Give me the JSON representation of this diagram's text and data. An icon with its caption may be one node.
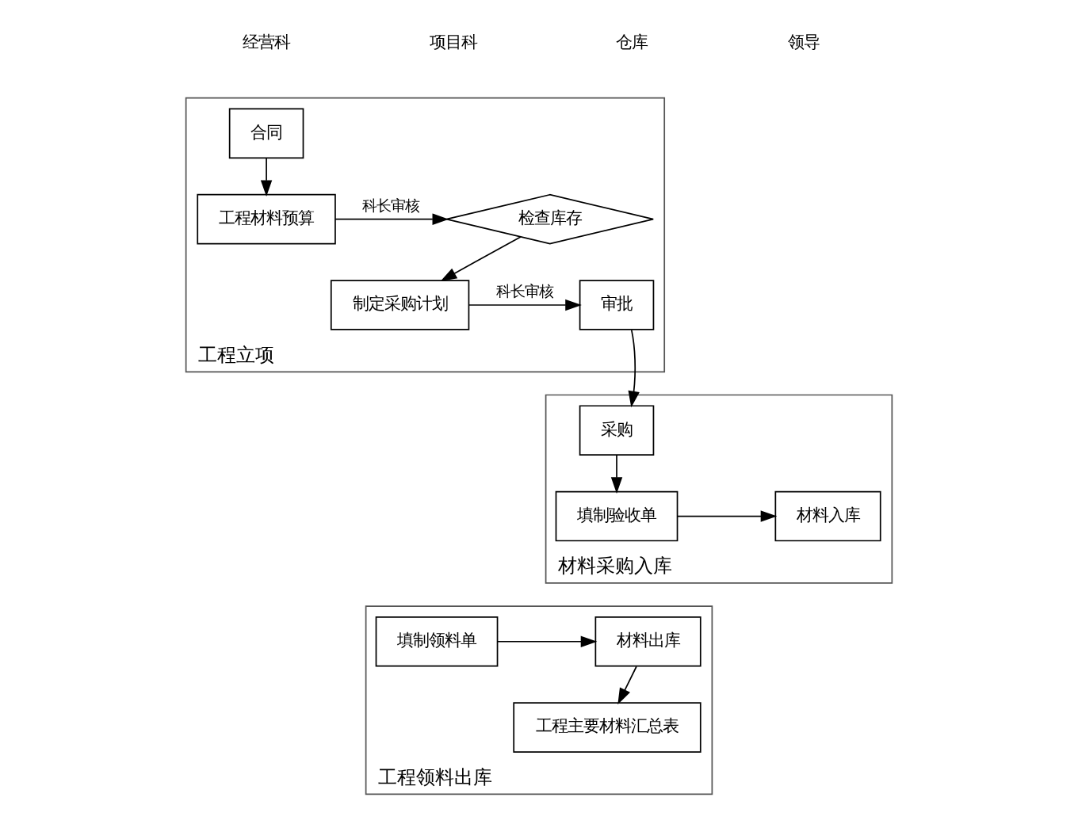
{
  "diagram": {
    "nodes": [
      {
        "text": [
          "工程立项"
        ]
      },
      {
        "text": [
          "合同"
        ],
        "in": 0
      },
      {
        "text": [
          "工程材料预算"
        ],
        "in": 0
      },
      {
        "text": [
          "检查库存"
        ],
        "in": 0
      },
      {
        "text": [
          "制定采购计划"
        ],
        "in": 0
      },
      {
        "text": [
          "审批"
        ],
        "in": 0
      },
      {
        "text": [
          "材料采购入库"
        ]
      },
      {
        "text": [
          "采购"
        ],
        "in": 6
      },
      {
        "text": [
          "填制验收单"
        ],
        "in": 6
      },
      {
        "text": [
          "材料入库"
        ],
        "in": 6
      },
      {
        "text": [
          "工程领料出库"
        ]
      },
      {
        "text": [
          "填制领料单"
        ],
        "in": 10
      },
      {
        "text": [
          "材料出库"
        ],
        "in": 10
      },
      {
        "text": [
          "工程主要材料汇总表"
        ],
        "in": 10
      }
    ],
    "edges": [
      {
        "from": 1,
        "to": 2,
        "arrow": "to"
      },
      {
        "from": 2,
        "to": 3,
        "arrow": "to",
        "label": "科长审核"
      },
      {
        "from": 3,
        "to": 4,
        "arrow": "to"
      },
      {
        "from": 4,
        "to": 5,
        "arrow": "to",
        "label": "科长审核"
      },
      {
        "from": 5,
        "to": 7,
        "arrow": "to"
      },
      {
        "from": 7,
        "to": 8,
        "arrow": "to"
      },
      {
        "from": 8,
        "to": 9,
        "arrow": "to"
      },
      {
        "from": 11,
        "to": 12,
        "arrow": "to"
      },
      {
        "from": 12,
        "to": 13,
        "arrow": "to"
      }
    ],
    "labels": [
      "经营科",
      "项目科",
      "仓库",
      "领导"
    ]
  }
}
